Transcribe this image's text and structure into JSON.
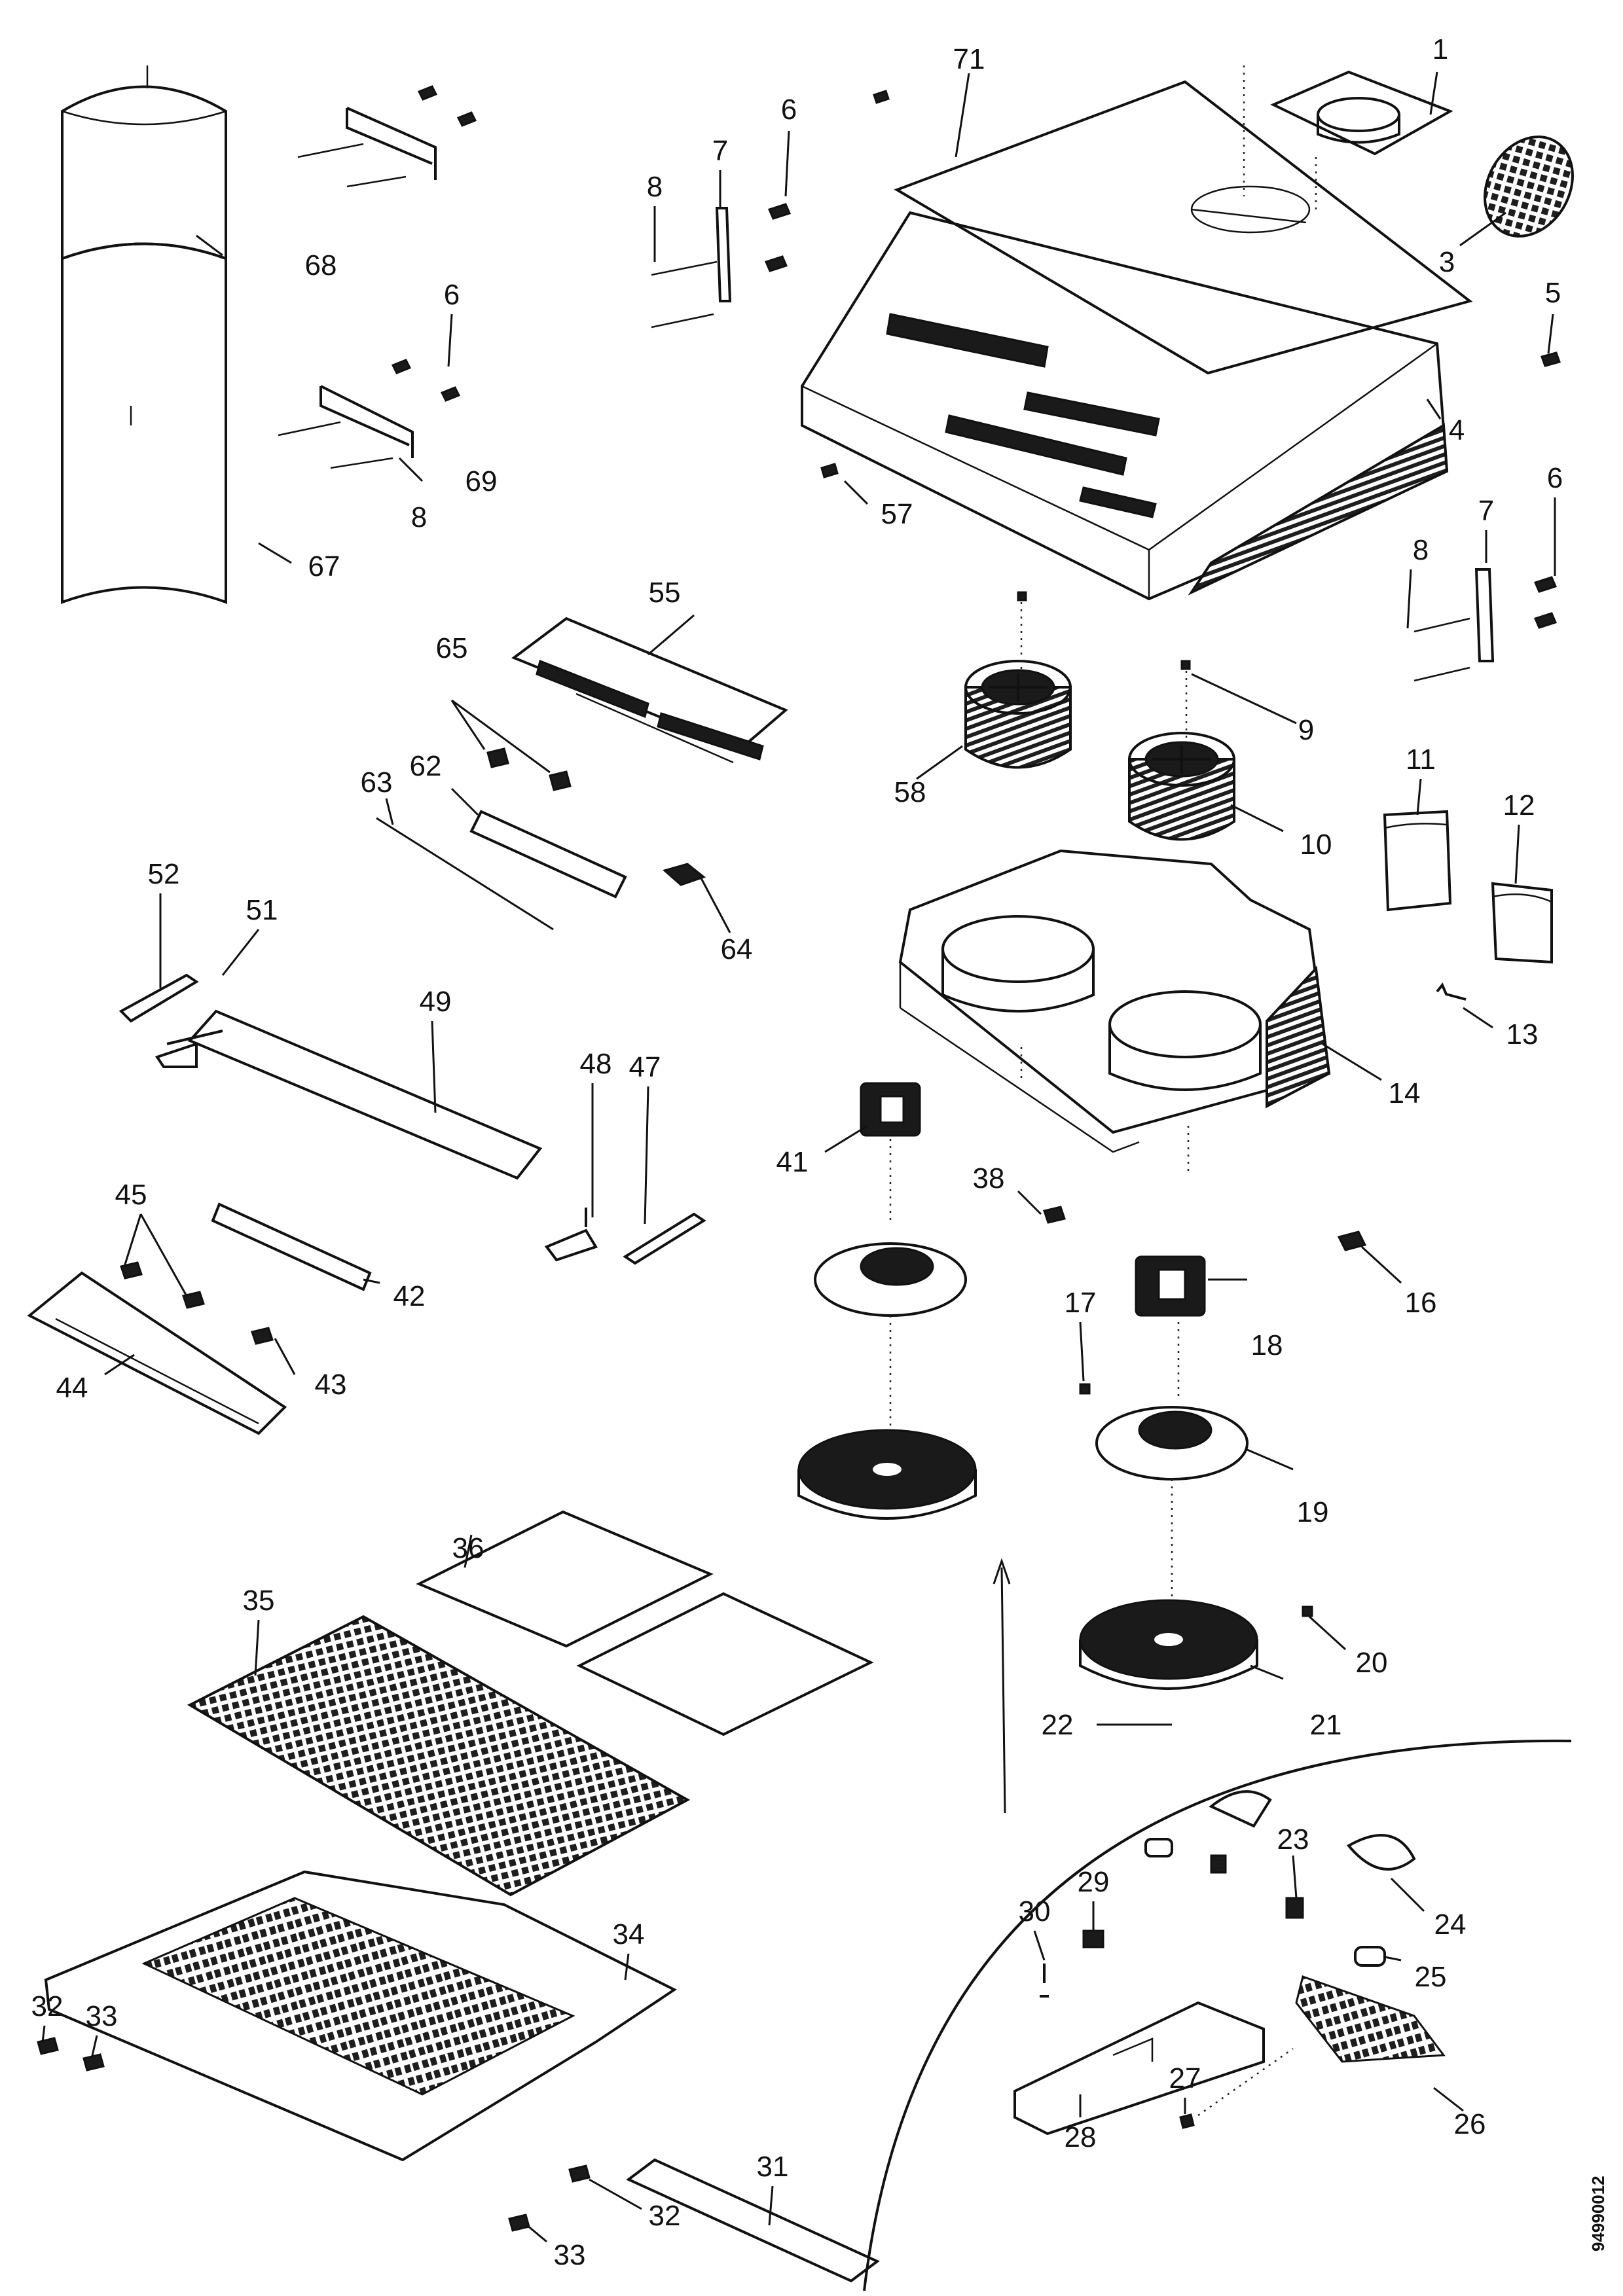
{
  "diagram": {
    "document_id": "94990012",
    "callouts": [
      {
        "id": "c71",
        "text": "71"
      },
      {
        "id": "c1",
        "text": "1"
      },
      {
        "id": "c3",
        "text": "3"
      },
      {
        "id": "c4",
        "text": "4"
      },
      {
        "id": "c5",
        "text": "5"
      },
      {
        "id": "c6a",
        "text": "6"
      },
      {
        "id": "c6b",
        "text": "6"
      },
      {
        "id": "c6c",
        "text": "6"
      },
      {
        "id": "c7a",
        "text": "7"
      },
      {
        "id": "c7b",
        "text": "7"
      },
      {
        "id": "c8a",
        "text": "8"
      },
      {
        "id": "c8b",
        "text": "8"
      },
      {
        "id": "c8c",
        "text": "8"
      },
      {
        "id": "c9",
        "text": "9"
      },
      {
        "id": "c10",
        "text": "10"
      },
      {
        "id": "c11",
        "text": "11"
      },
      {
        "id": "c12",
        "text": "12"
      },
      {
        "id": "c13",
        "text": "13"
      },
      {
        "id": "c14",
        "text": "14"
      },
      {
        "id": "c16",
        "text": "16"
      },
      {
        "id": "c17",
        "text": "17"
      },
      {
        "id": "c18",
        "text": "18"
      },
      {
        "id": "c19",
        "text": "19"
      },
      {
        "id": "c20",
        "text": "20"
      },
      {
        "id": "c21",
        "text": "21"
      },
      {
        "id": "c22",
        "text": "22"
      },
      {
        "id": "c23",
        "text": "23"
      },
      {
        "id": "c24",
        "text": "24"
      },
      {
        "id": "c25",
        "text": "25"
      },
      {
        "id": "c26",
        "text": "26"
      },
      {
        "id": "c27",
        "text": "27"
      },
      {
        "id": "c28",
        "text": "28"
      },
      {
        "id": "c29",
        "text": "29"
      },
      {
        "id": "c30",
        "text": "30"
      },
      {
        "id": "c31",
        "text": "31"
      },
      {
        "id": "c32a",
        "text": "32"
      },
      {
        "id": "c32b",
        "text": "32"
      },
      {
        "id": "c33a",
        "text": "33"
      },
      {
        "id": "c33b",
        "text": "33"
      },
      {
        "id": "c34",
        "text": "34"
      },
      {
        "id": "c35",
        "text": "35"
      },
      {
        "id": "c36",
        "text": "36"
      },
      {
        "id": "c38",
        "text": "38"
      },
      {
        "id": "c41",
        "text": "41"
      },
      {
        "id": "c42",
        "text": "42"
      },
      {
        "id": "c43",
        "text": "43"
      },
      {
        "id": "c44",
        "text": "44"
      },
      {
        "id": "c45",
        "text": "45"
      },
      {
        "id": "c47",
        "text": "47"
      },
      {
        "id": "c48",
        "text": "48"
      },
      {
        "id": "c49",
        "text": "49"
      },
      {
        "id": "c51",
        "text": "51"
      },
      {
        "id": "c52",
        "text": "52"
      },
      {
        "id": "c55",
        "text": "55"
      },
      {
        "id": "c57",
        "text": "57"
      },
      {
        "id": "c58",
        "text": "58"
      },
      {
        "id": "c62",
        "text": "62"
      },
      {
        "id": "c63",
        "text": "63"
      },
      {
        "id": "c64",
        "text": "64"
      },
      {
        "id": "c65",
        "text": "65"
      },
      {
        "id": "c67",
        "text": "67"
      },
      {
        "id": "c68",
        "text": "68"
      },
      {
        "id": "c69",
        "text": "69"
      }
    ]
  }
}
